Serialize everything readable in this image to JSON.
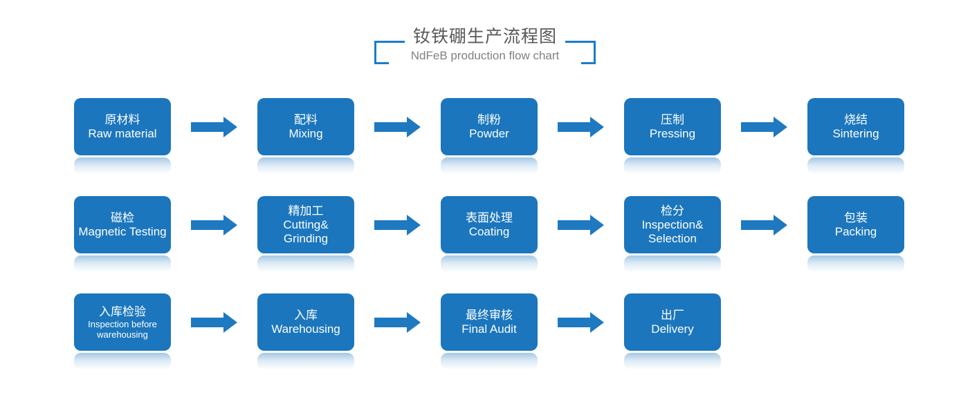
{
  "title": {
    "zh": "钕铁硼生产流程图",
    "en": "NdFeB production flow chart"
  },
  "colors": {
    "box_blue": "#1b76bd",
    "arrow_blue": "#1e79c1",
    "bracket_blue": "#1a7bcd",
    "title_zh": "#595959",
    "title_en": "#808080",
    "box_text": "#ffffff"
  },
  "rows": [
    {
      "nodes": [
        {
          "zh": "原材料",
          "en": "Raw material"
        },
        {
          "zh": "配料",
          "en": "Mixing"
        },
        {
          "zh": "制粉",
          "en": "Powder"
        },
        {
          "zh": "压制",
          "en": "Pressing"
        },
        {
          "zh": "烧结",
          "en": "Sintering"
        }
      ]
    },
    {
      "nodes": [
        {
          "zh": "磁检",
          "en": "Magnetic Testing"
        },
        {
          "zh": "精加工",
          "en": "Cutting& Grinding"
        },
        {
          "zh": "表面处理",
          "en": "Coating"
        },
        {
          "zh": "检分",
          "en": "Inspection& Selection"
        },
        {
          "zh": "包装",
          "en": "Packing"
        }
      ]
    },
    {
      "nodes": [
        {
          "zh": "入库检验",
          "en": "Inspection before warehousing"
        },
        {
          "zh": "入库",
          "en": "Warehousing"
        },
        {
          "zh": "最终审核",
          "en": "Final Audit"
        },
        {
          "zh": "出厂",
          "en": "Delivery"
        }
      ]
    }
  ]
}
